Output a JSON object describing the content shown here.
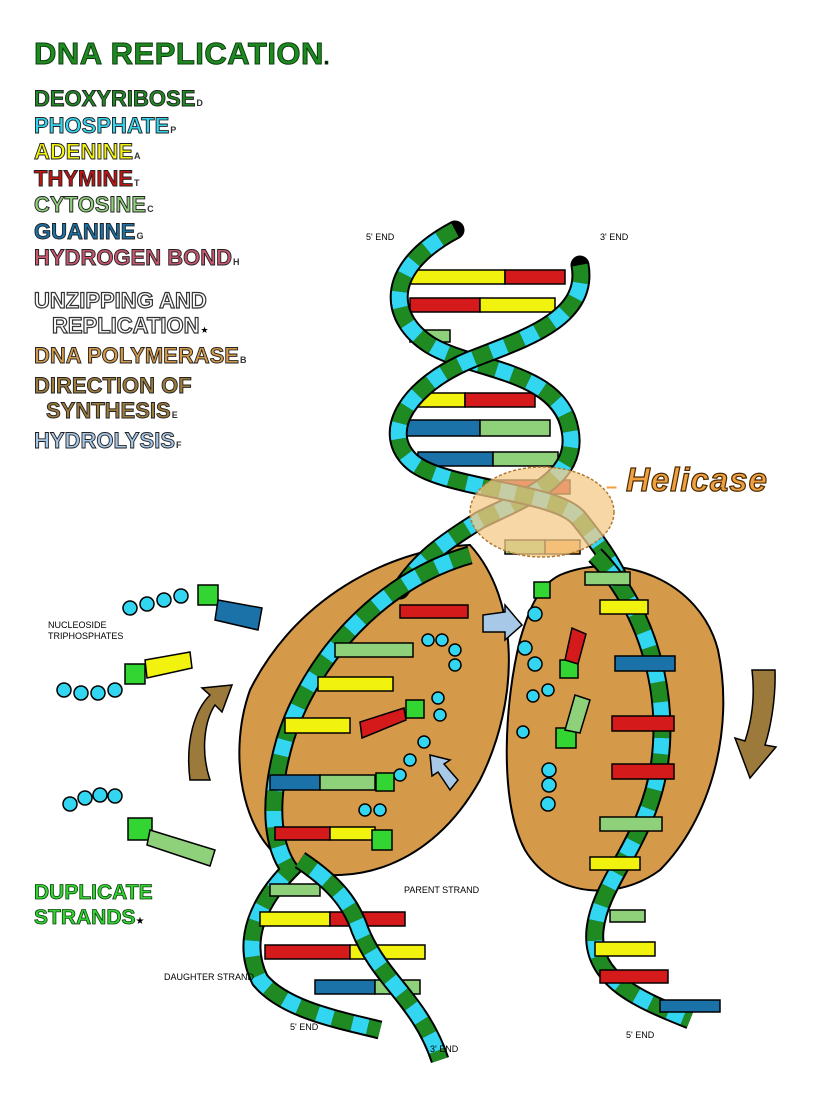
{
  "title": "DNA REPLICATION",
  "title_mark": ".",
  "legend": [
    {
      "label": "DEOXYRIBOSE",
      "key": "D",
      "color": "#1f8a22"
    },
    {
      "label": "PHOSPHATE",
      "key": "P",
      "color": "#33d6f0"
    },
    {
      "label": "ADENINE",
      "key": "A",
      "color": "#f2f20f"
    },
    {
      "label": "THYMINE",
      "key": "T",
      "color": "#d41a1a"
    },
    {
      "label": "CYTOSINE",
      "key": "C",
      "color": "#8fd07a"
    },
    {
      "label": "GUANINE",
      "key": "G",
      "color": "#1a72a8"
    },
    {
      "label": "HYDROGEN BOND",
      "key": "H",
      "color": "#c9566e"
    }
  ],
  "legend2": {
    "unzipping_1": "UNZIPPING AND",
    "unzipping_2": "REPLICATION",
    "unzipping_key": "★",
    "polymerase": "DNA POLYMERASE",
    "polymerase_key": "B",
    "direction_1": "DIRECTION OF",
    "direction_2": "SYNTHESIS",
    "direction_key": "E",
    "hydrolysis": "HYDROLYSIS",
    "hydrolysis_key": "F"
  },
  "colors": {
    "polymerase": "#d49a4a",
    "direction": "#9c7a3c",
    "hydrolysis": "#a8c8e8",
    "helicase_fill": "#f5c98a"
  },
  "helicase": "Helicase",
  "duplicate_1": "DUPLICATE",
  "duplicate_2": "STRANDS",
  "duplicate_key": "★",
  "labels": {
    "five_end_top": "5' END",
    "three_end_top": "3' END",
    "nucleoside_1": "NUCLEOSIDE",
    "nucleoside_2": "TRIPHOSPHATES",
    "parent_strand": "PARENT STRAND",
    "daughter_strand": "DAUGHTER STRAND",
    "five_end_bottom_left": "5' END",
    "three_end_bottom_left": "3' END",
    "five_end_bottom_right": "5' END"
  }
}
